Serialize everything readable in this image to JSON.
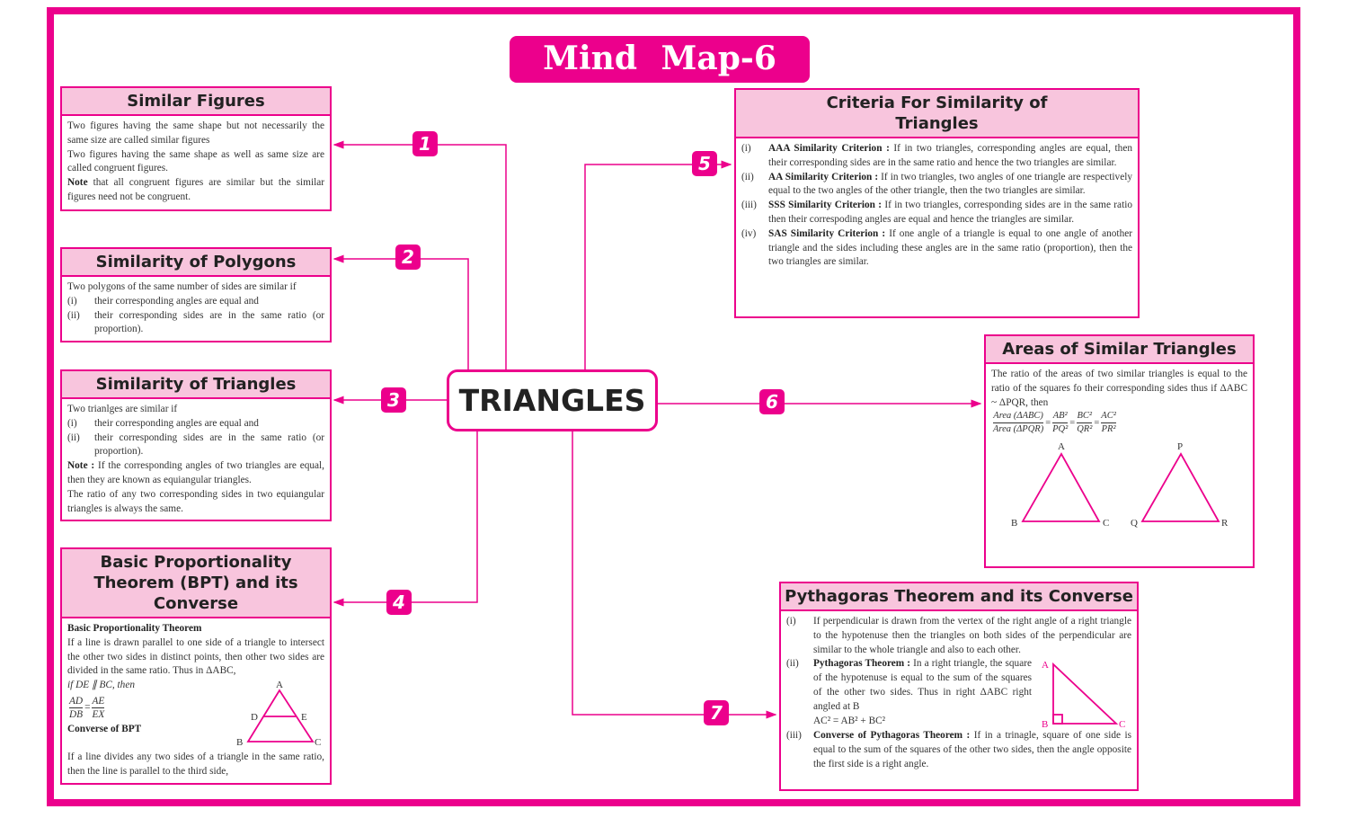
{
  "title": "Mind Map-6",
  "center": "TRIANGLES",
  "badges": [
    "1",
    "2",
    "3",
    "4",
    "5",
    "6",
    "7"
  ],
  "accent": "#ec008c",
  "similar_figures": {
    "heading": "Similar Figures",
    "p1": "Two figures having the same shape but not necessarily the same size are called similar figures",
    "p2": "Two figures having the same shape as well as same size are called congruent figures.",
    "note_label": "Note",
    "note": " that all congruent figures are similar but the similar figures need not be congruent."
  },
  "polygons": {
    "heading": "Similarity of Polygons",
    "intro": "Two polygons of the same number of sides are similar if",
    "items": [
      {
        "n": "(i)",
        "t": "their corresponding angles are equal and"
      },
      {
        "n": "(ii)",
        "t": "their corresponding sides are in the same ratio (or proportion)."
      }
    ]
  },
  "triangles": {
    "heading": "Similarity of Triangles",
    "intro": "Two trianlges are similar if",
    "items": [
      {
        "n": "(i)",
        "t": "their corresponding angles are equal and"
      },
      {
        "n": "(ii)",
        "t": "their corresponding sides are in the same ratio (or proportion)."
      }
    ],
    "note_label": "Note :",
    "note": " If the corresponding angles of two triangles are equal, then they are known as equiangular triangles.",
    "p2": "The ratio of any two corresponding sides in two equiangular triangles is always the same."
  },
  "bpt": {
    "heading": "Basic Proportionality Theorem (BPT) and its Converse",
    "sub1": "Basic Proportionality Theorem",
    "p1": "If a line is drawn parallel to one side of a triangle to intersect the other two sides in distinct points, then other two sides are divided in the same ratio. Thus in ΔABC,",
    "p1b": "if DE ∥ BC, then",
    "frac": [
      {
        "num": "AD",
        "den": "DB"
      },
      {
        "num": "AE",
        "den": "EX"
      }
    ],
    "eq": "=",
    "sub2": "Converse of BPT",
    "p2": "If a line divides any two sides of a triangle in the same ratio, then the line is parallel to the third side,",
    "labels": {
      "A": "A",
      "B": "B",
      "C": "C",
      "D": "D",
      "E": "E"
    }
  },
  "criteria": {
    "heading": "Criteria For Similarity of Triangles",
    "items": [
      {
        "n": "(i)",
        "b": "AAA Similarity Criterion :",
        "t": " If in two triangles, corresponding angles are equal, then their corresponding sides are in the same ratio and hence the two triangles are similar."
      },
      {
        "n": "(ii)",
        "b": "AA Similarity Criterion :",
        "t": " If in two triangles, two angles of one triangle are respectively equal to the two angles of the other triangle, then the two triangles are similar."
      },
      {
        "n": "(iii)",
        "b": "SSS Similarity Criterion :",
        "t": " If in two triangles, corresponding sides are in the same ratio then their correspoding angles are equal and hence the triangles are similar."
      },
      {
        "n": "(iv)",
        "b": "SAS Similarity Criterion :",
        "t": " If one angle of a triangle is equal to one angle of another triangle and the sides including these angles are in the same ratio (proportion), then the two triangles are similar."
      }
    ]
  },
  "areas": {
    "heading": "Areas of Similar Triangles",
    "p1": "The ratio of the areas of two similar triangles is equal to the ratio of the squares fo their corresponding sides thus if ΔABC ~ ΔPQR, then",
    "frac": [
      {
        "num": "Area (ΔABC)",
        "den": "Area (ΔPQR)"
      },
      {
        "num": "AB²",
        "den": "PQ²"
      },
      {
        "num": "BC²",
        "den": "QR²"
      },
      {
        "num": "AC²",
        "den": "PR²"
      }
    ],
    "eq": "=",
    "labels": {
      "A": "A",
      "B": "B",
      "C": "C",
      "P": "P",
      "Q": "Q",
      "R": "R"
    }
  },
  "pythagoras": {
    "heading": "Pythagoras Theorem and its Converse",
    "i_n": "(i)",
    "i_t": "If perpendicular is drawn from the vertex of the right angle of a right triangle to the hypotenuse then the triangles on both sides of the perpendicular are similar to the whole triangle and also to each other.",
    "ii_n": "(ii)",
    "ii_b": "Pythagoras Theorem :",
    "ii_t": " In a right triangle, the square of the hypotenuse is equal to the sum of the squares of the other two sides. Thus in right ΔABC right angled at B",
    "ii_eq": "AC² = AB² + BC²",
    "iii_n": "(iii)",
    "iii_b": "Converse of Pythagoras Theorem :",
    "iii_t": " If in a trinagle, square of one side is equal to the sum of the squares of the other two sides, then the angle opposite the first side is a right angle.",
    "labels": {
      "A": "A",
      "B": "B",
      "C": "C"
    }
  }
}
